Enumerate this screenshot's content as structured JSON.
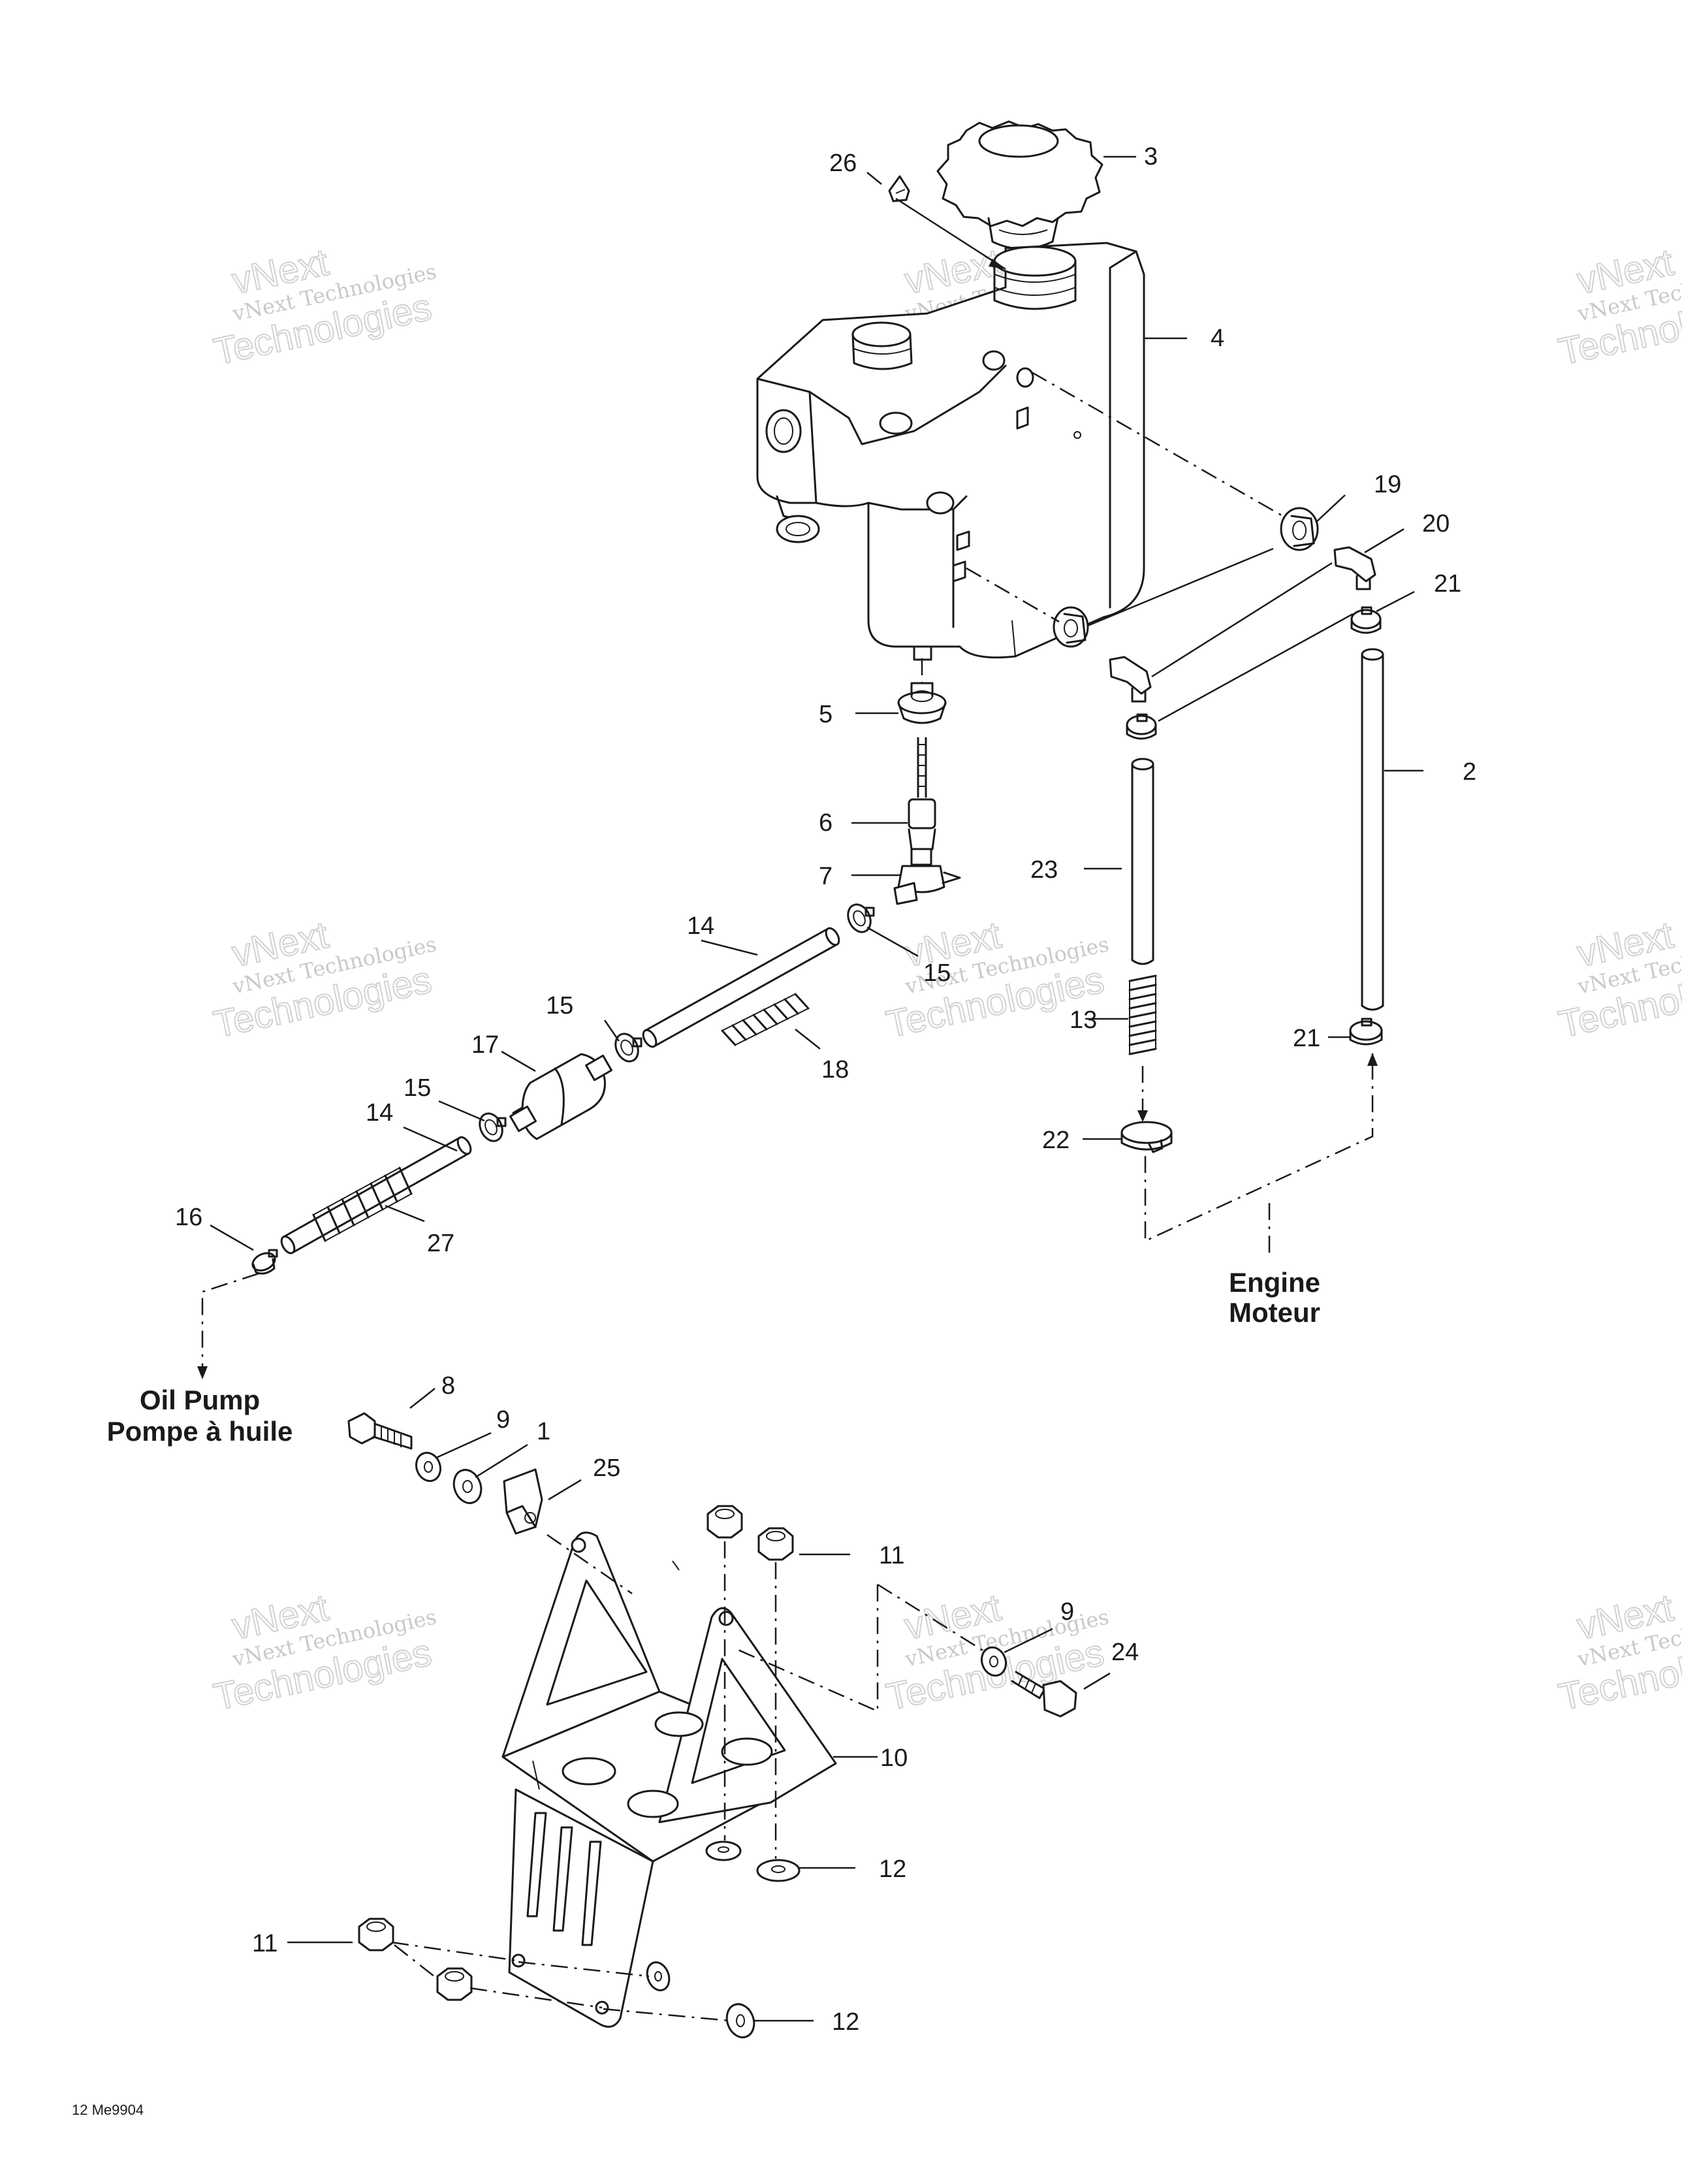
{
  "callouts": {
    "c1": "1",
    "c2": "2",
    "c3": "3",
    "c4": "4",
    "c5": "5",
    "c6": "6",
    "c7": "7",
    "c8": "8",
    "c9a": "9",
    "c9b": "9",
    "c10": "10",
    "c11a": "11",
    "c11b": "11",
    "c12a": "12",
    "c12b": "12",
    "c13": "13",
    "c14a": "14",
    "c14b": "14",
    "c15a": "15",
    "c15b": "15",
    "c15c": "15",
    "c16": "16",
    "c17": "17",
    "c18": "18",
    "c19": "19",
    "c20": "20",
    "c21a": "21",
    "c21b": "21",
    "c22": "22",
    "c23": "23",
    "c24": "24",
    "c25": "25",
    "c26": "26",
    "c27": "27"
  },
  "labels": {
    "engine_en": "Engine",
    "engine_fr": "Moteur",
    "oil_pump_en": "Oil Pump",
    "oil_pump_fr": "Pompe à huile",
    "drawing_code": "12 Me9904"
  },
  "watermark": {
    "line1": "vNext Technologies",
    "line2": "Technologies",
    "line3": "vNext"
  },
  "colors": {
    "ink": "#1a1a1a",
    "watermark": "#c9c9c9",
    "background": "#ffffff"
  }
}
